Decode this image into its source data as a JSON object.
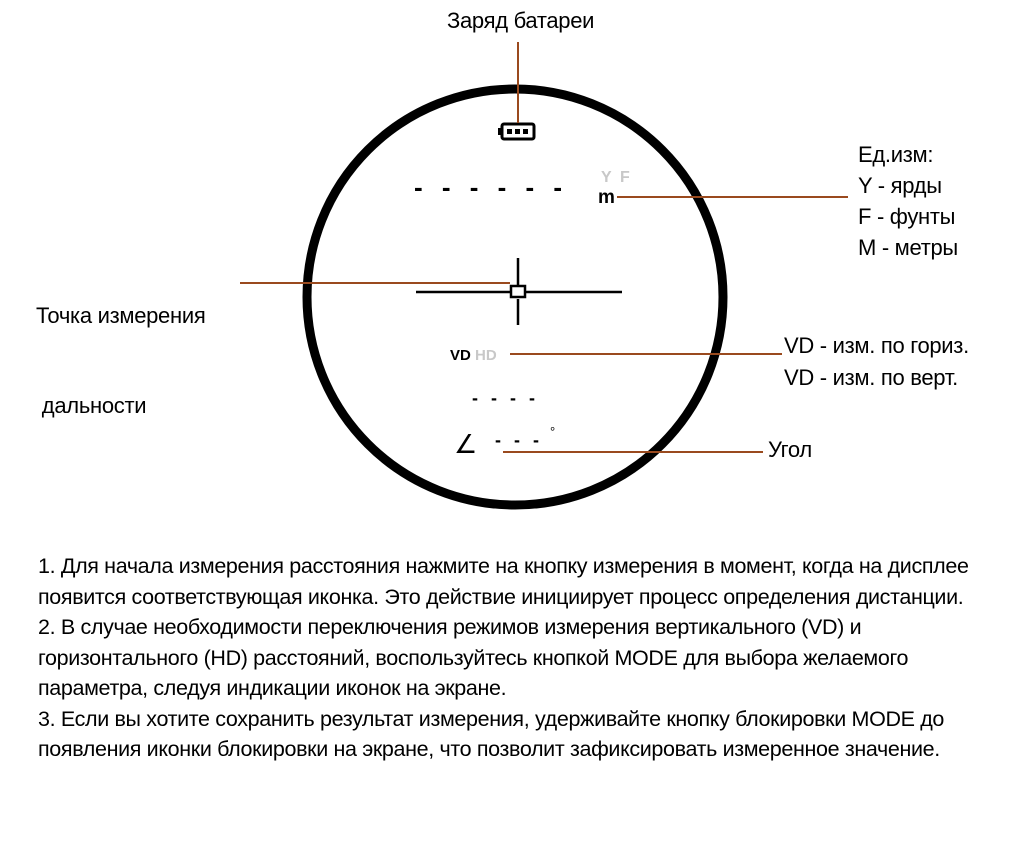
{
  "labels": {
    "battery": "Заряд батареи",
    "units": [
      "Ед.изм:",
      "Y - ярды",
      "F - фунты",
      "M - метры"
    ],
    "measure_point": [
      "Точка измерения",
      " дальности"
    ],
    "vd_hd": [
      "VD - изм. по гориз.",
      "VD - изм. по верт."
    ],
    "angle": "Угол"
  },
  "display": {
    "unit_y": "Y",
    "unit_f": "F",
    "unit_m": "m",
    "mode_vd": "VD",
    "mode_hd": "HD",
    "distance_dashes": "- - - - - -",
    "secondary_dashes": "- - - -",
    "angle_symbol": "∠",
    "angle_dashes": "- - -",
    "degree": "°"
  },
  "instructions": [
    "1. Для начала измерения расстояния нажмите на кнопку измерения в момент, когда на дисплее появится соответствующая иконка. Это действие инициирует процесс определения дистанции.",
    "2. В случае необходимости переключения режимов измерения вертикального (VD) и горизонтального (HD) расстояний, воспользуйтесь кнопкой MODE для выбора желаемого параметра, следуя индикации иконок на экране.",
    "3. Если вы хотите сохранить результат измерения, удерживайте кнопку блокировки MODE до появления иконки блокировки на экране, что позволит зафиксировать измеренное значение."
  ],
  "colors": {
    "leader_line": "#9a4a1e",
    "inactive_indicator": "#c8c8c8",
    "ring": "#000000"
  }
}
